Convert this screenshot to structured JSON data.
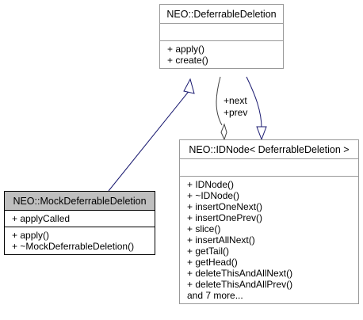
{
  "diagram": {
    "classes": {
      "deferrable_deletion": {
        "name": "NEO::DeferrableDeletion",
        "attributes": [],
        "methods": [
          "+ apply()",
          "+ create()"
        ]
      },
      "idnode": {
        "name": "NEO::IDNode< DeferrableDeletion >",
        "attributes": [],
        "methods": [
          "+ IDNode()",
          "+ ~IDNode()",
          "+ insertOneNext()",
          "+ insertOnePrev()",
          "+ slice()",
          "+ insertAllNext()",
          "+ getTail()",
          "+ getHead()",
          "+ deleteThisAndAllNext()",
          "+ deleteThisAndAllPrev()",
          "and 7 more..."
        ]
      },
      "mock": {
        "name": "NEO::MockDeferrableDeletion",
        "attributes": [
          "+ applyCalled"
        ],
        "methods": [
          "+ apply()",
          "+ ~MockDeferrableDeletion()"
        ]
      }
    },
    "edges": {
      "aggregation_label_next": "+next",
      "aggregation_label_prev": "+prev"
    },
    "colors": {
      "inheritance_edge": "#191970",
      "aggregation_edge": "#404040",
      "box_border": "#999999",
      "selected_title_bg": "#bfbfbf"
    }
  }
}
